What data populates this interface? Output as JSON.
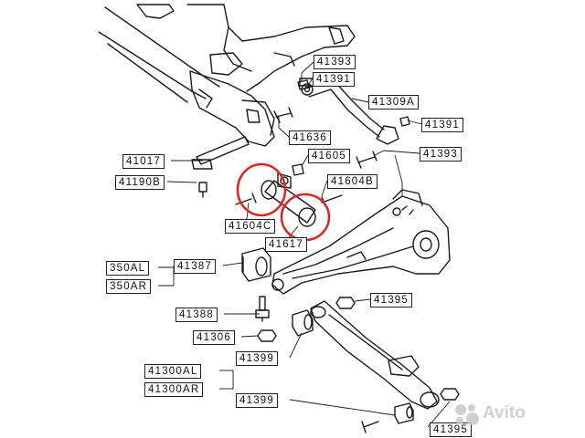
{
  "labels": {
    "p41393_top": "41393",
    "p41391_top": "41391",
    "p41309A": "41309A",
    "p41391_mid": "41391",
    "p41636": "41636",
    "p41017": "41017",
    "p41605": "41605",
    "p41393_mid": "41393",
    "p41190B": "41190B",
    "p41604B": "41604B",
    "p41604C": "41604C",
    "p41617": "41617",
    "p350AL": "350AL",
    "p350AR": "350AR",
    "p41387": "41387",
    "p41395_top": "41395",
    "p41388": "41388",
    "p41306": "41306",
    "p41399_top": "41399",
    "p41300AL": "41300AL",
    "p41300AR": "41300AR",
    "p41399_bottom": "41399",
    "p41395_bottom": "41395"
  },
  "highlight_color": "#d42a2a",
  "watermark": {
    "text": "Avito"
  }
}
